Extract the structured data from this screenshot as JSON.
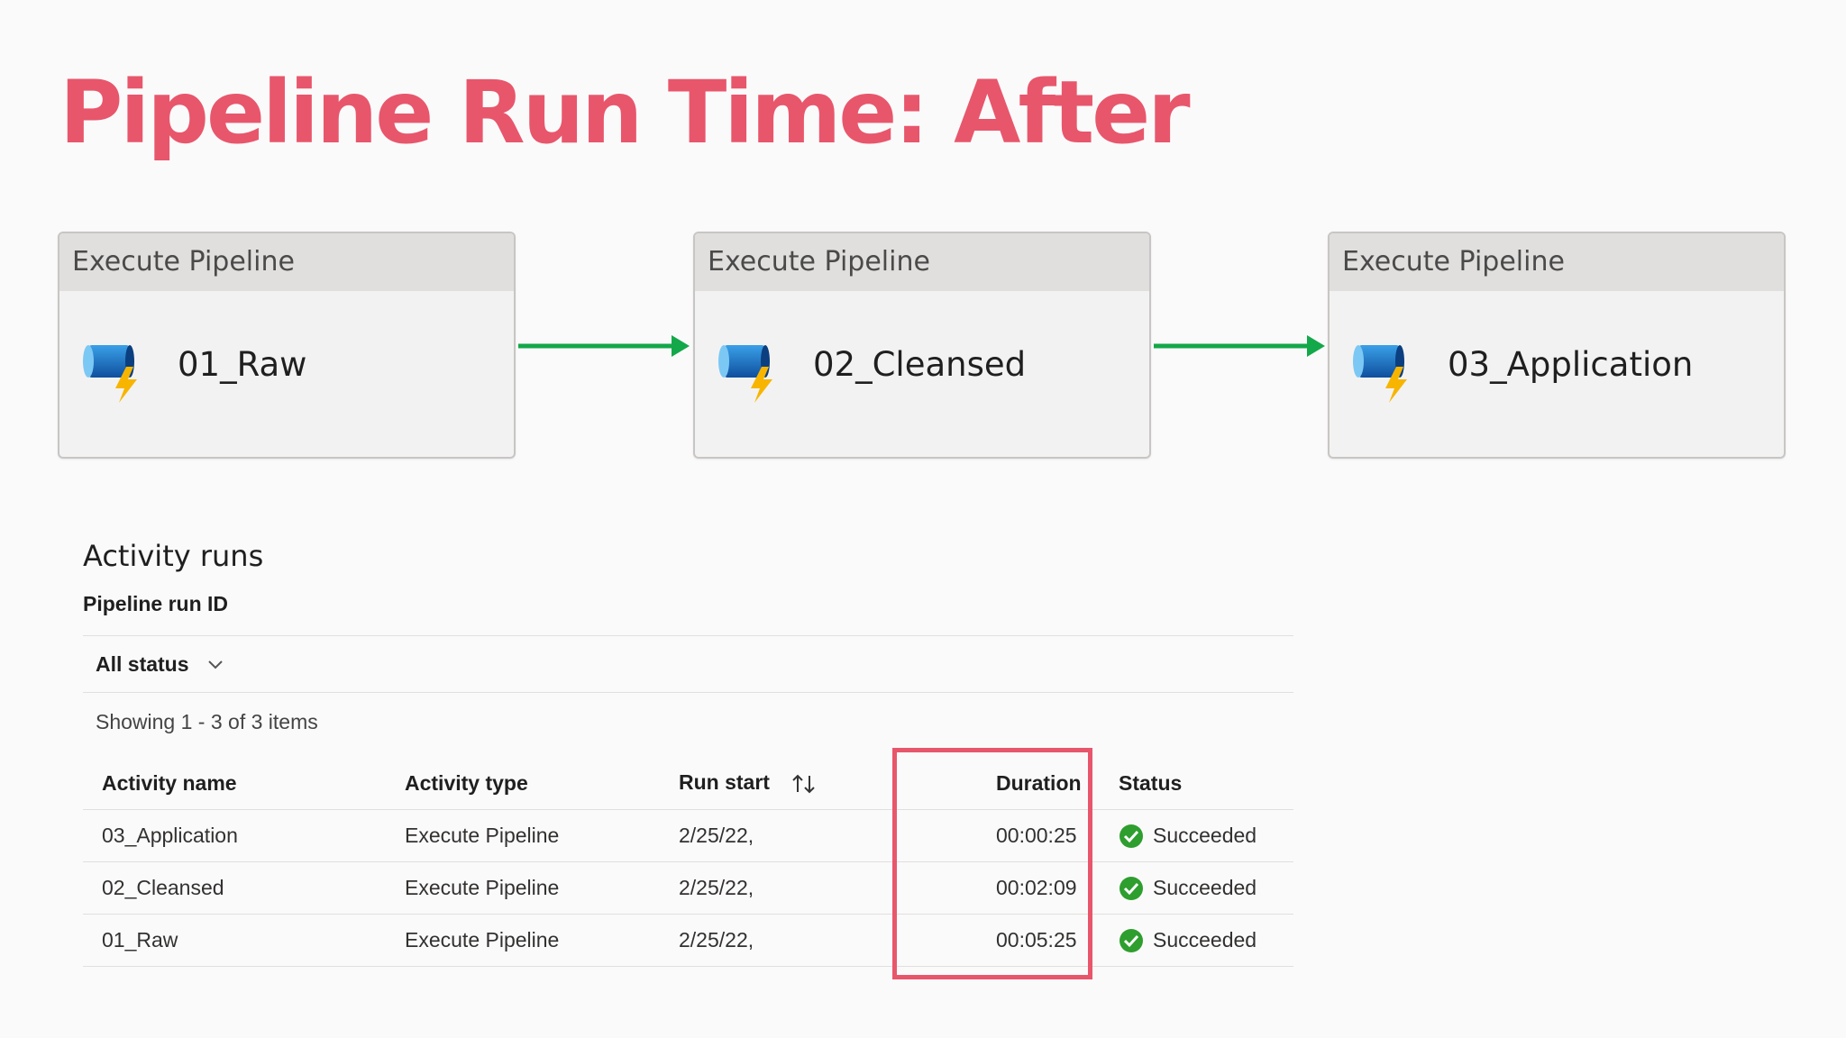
{
  "slide_title": "Pipeline Run Time: After",
  "pipeline_cards": [
    {
      "header": "Execute Pipeline",
      "name": "01_Raw"
    },
    {
      "header": "Execute Pipeline",
      "name": "02_Cleansed"
    },
    {
      "header": "Execute Pipeline",
      "name": "03_Application"
    }
  ],
  "activity_runs": {
    "title": "Activity runs",
    "pipeline_run_id_label": "Pipeline run ID",
    "status_filter": "All status",
    "showing_text": "Showing 1 - 3 of 3 items",
    "columns": {
      "activity_name": "Activity name",
      "activity_type": "Activity type",
      "run_start": "Run start",
      "duration": "Duration",
      "status": "Status"
    },
    "rows": [
      {
        "activity_name": "03_Application",
        "activity_type": "Execute Pipeline",
        "run_start": "2/25/22,",
        "duration": "00:00:25",
        "status": "Succeeded"
      },
      {
        "activity_name": "02_Cleansed",
        "activity_type": "Execute Pipeline",
        "run_start": "2/25/22,",
        "duration": "00:02:09",
        "status": "Succeeded"
      },
      {
        "activity_name": "01_Raw",
        "activity_type": "Execute Pipeline",
        "run_start": "2/25/22,",
        "duration": "00:05:25",
        "status": "Succeeded"
      }
    ]
  },
  "colors": {
    "title": "#e8566c",
    "arrow": "#13a84a",
    "success": "#2e9e2e",
    "highlight_box": "#e8566c"
  },
  "icons": {
    "pipeline": "execute-pipeline-icon",
    "filter_chevron": "chevron-down-icon",
    "sort": "sort-arrows-icon",
    "status": "success-check-icon"
  }
}
